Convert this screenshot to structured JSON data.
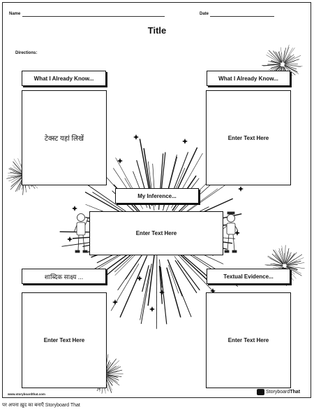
{
  "header": {
    "name_label": "Name",
    "date_label": "Date"
  },
  "title": "Title",
  "directions": "Directions:",
  "panels": {
    "top_left": {
      "label": "What I Already Know...",
      "body": "टेक्स्ट यहां लिखें"
    },
    "top_right": {
      "label": "What I Already Know...",
      "body": "Enter Text Here"
    },
    "center": {
      "label": "My Inference...",
      "body": "Enter Text Here"
    },
    "bottom_left": {
      "label": "शाब्दिक साक्ष्य ...",
      "body": "Enter Text Here"
    },
    "bottom_right": {
      "label": "Textual Evidence...",
      "body": "Enter Text Here"
    }
  },
  "footer": {
    "url": "www.storyboardthat.com",
    "logo_prefix": "Storyboard",
    "logo_suffix": "That"
  },
  "caption": "पर अपना ख़ुद का बनाएँ Storyboard That"
}
